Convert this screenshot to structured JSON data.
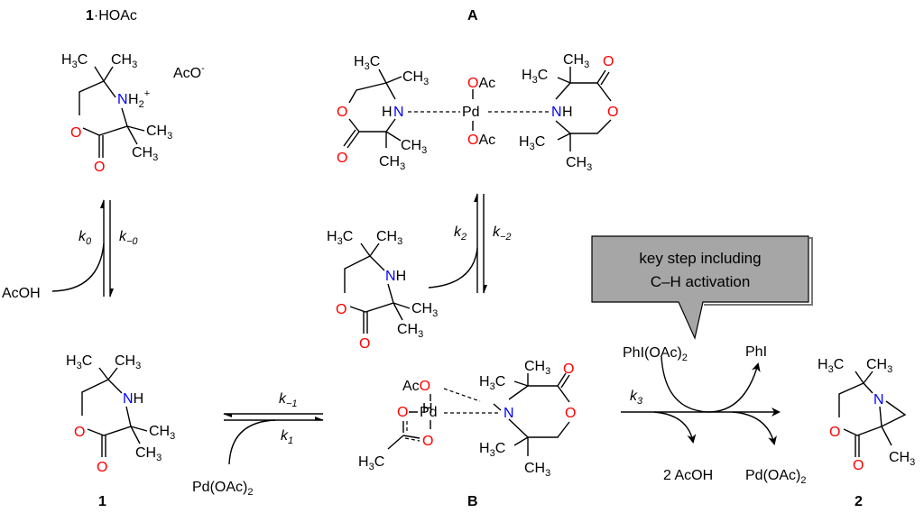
{
  "labels": {
    "compound_1_hoac": {
      "num": "1",
      "rest": "·HOAc"
    },
    "complex_A": "A",
    "complex_B": "B",
    "compound_1": "1",
    "compound_2": "2"
  },
  "atoms": {
    "H3C": "H",
    "H3C_sub": "3",
    "H3C_C": "C",
    "CH3": "CH",
    "CH3_sub": "3",
    "N": "N",
    "NH": "NH",
    "HN_H": "H",
    "H": "H",
    "NH2_H": "H",
    "NH2_sub": "2",
    "NH2_plus": "+",
    "O": "O",
    "acetate_anion": "AcO",
    "acetate_minus": "-",
    "OAc_O": "O",
    "OAc_Ac": "Ac",
    "Ac": "Ac",
    "Pd": "Pd"
  },
  "rate_constants": {
    "k0": {
      "k": "k",
      "sub": "0"
    },
    "k_minus0": {
      "k": "k",
      "sub": "−0"
    },
    "k2": {
      "k": "k",
      "sub": "2"
    },
    "k_minus2": {
      "k": "k",
      "sub": "−2"
    },
    "k_minus1": {
      "k": "k",
      "sub": "−1"
    },
    "k1": {
      "k": "k",
      "sub": "1"
    },
    "k3": {
      "k": "k",
      "sub": "3"
    }
  },
  "reagents": {
    "acoh": "AcOH",
    "pd_oac2_left": {
      "main": "Pd(OAc)",
      "sub": "2"
    },
    "phi_oac2": {
      "main": "PhI(OAc)",
      "sub": "2"
    },
    "phi": "PhI",
    "two_acoh": "2 AcOH",
    "pd_oac2_right": {
      "main": "Pd(OAc)",
      "sub": "2"
    }
  },
  "callout": {
    "line1": "key step including",
    "line2": "C–H activation",
    "fill_color": "#a6a6a6"
  },
  "colors": {
    "oxygen": "#ff0000",
    "nitrogen": "#0000ff"
  }
}
